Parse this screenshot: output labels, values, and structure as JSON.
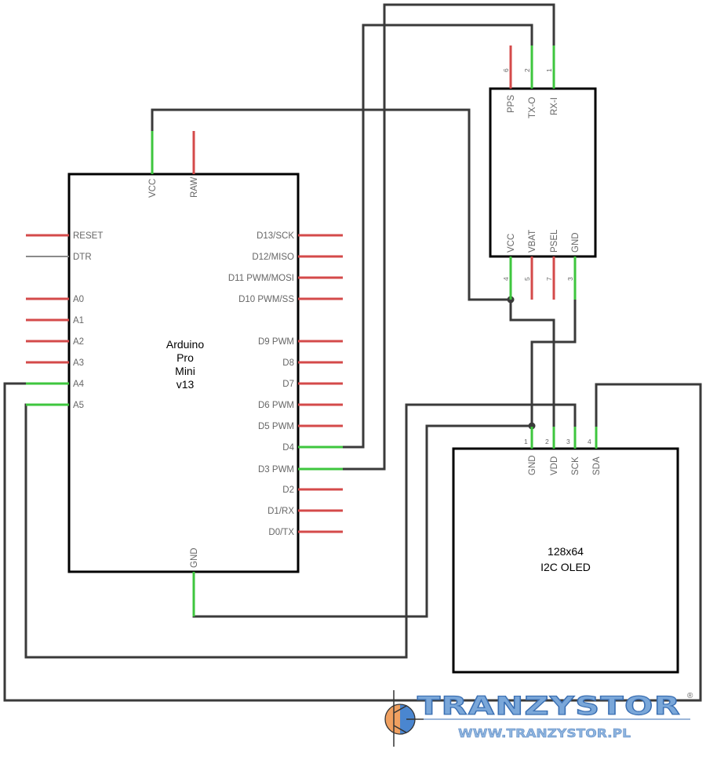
{
  "arduino": {
    "title_lines": [
      "Arduino",
      "Pro",
      "Mini",
      "v13"
    ],
    "top_pins": [
      "VCC",
      "RAW"
    ],
    "bottom_pin": "GND",
    "left_pins": [
      "RESET",
      "DTR",
      "A0",
      "A1",
      "A2",
      "A3",
      "A4",
      "A5"
    ],
    "right_pins": [
      "D13/SCK",
      "D12/MISO",
      "D11 PWM/MOSI",
      "D10 PWM/SS",
      "D9 PWM",
      "D8",
      "D7",
      "D6 PWM",
      "D5 PWM",
      "D4",
      "D3 PWM",
      "D2",
      "D1/RX",
      "D0/TX"
    ]
  },
  "gps": {
    "top_pins": [
      {
        "name": "PPS",
        "num": "6"
      },
      {
        "name": "TX-O",
        "num": "2"
      },
      {
        "name": "RX-I",
        "num": "1"
      }
    ],
    "bottom_pins": [
      {
        "name": "VCC",
        "num": "4"
      },
      {
        "name": "VBAT",
        "num": "5"
      },
      {
        "name": "PSEL",
        "num": "7"
      },
      {
        "name": "GND",
        "num": "3"
      }
    ]
  },
  "oled": {
    "title_lines": [
      "128x64",
      "I2C OLED"
    ],
    "pins": [
      {
        "name": "GND",
        "num": "1"
      },
      {
        "name": "VDD",
        "num": "2"
      },
      {
        "name": "SCK",
        "num": "3"
      },
      {
        "name": "SDA",
        "num": "4"
      }
    ]
  },
  "logo": {
    "name": "TRANZYSTOR",
    "url": "WWW.TRANZYSTOR.PL",
    "registered": "®",
    "colors": {
      "text": "#7aa7d9",
      "outline": "#3a6fb3",
      "circle_left": "#f0a060",
      "circle_right": "#4a86d0"
    }
  },
  "colors": {
    "wire": "#3a3a3a",
    "unconnected_pin": "#d44a4a",
    "connected_pin": "#3ec63e"
  }
}
